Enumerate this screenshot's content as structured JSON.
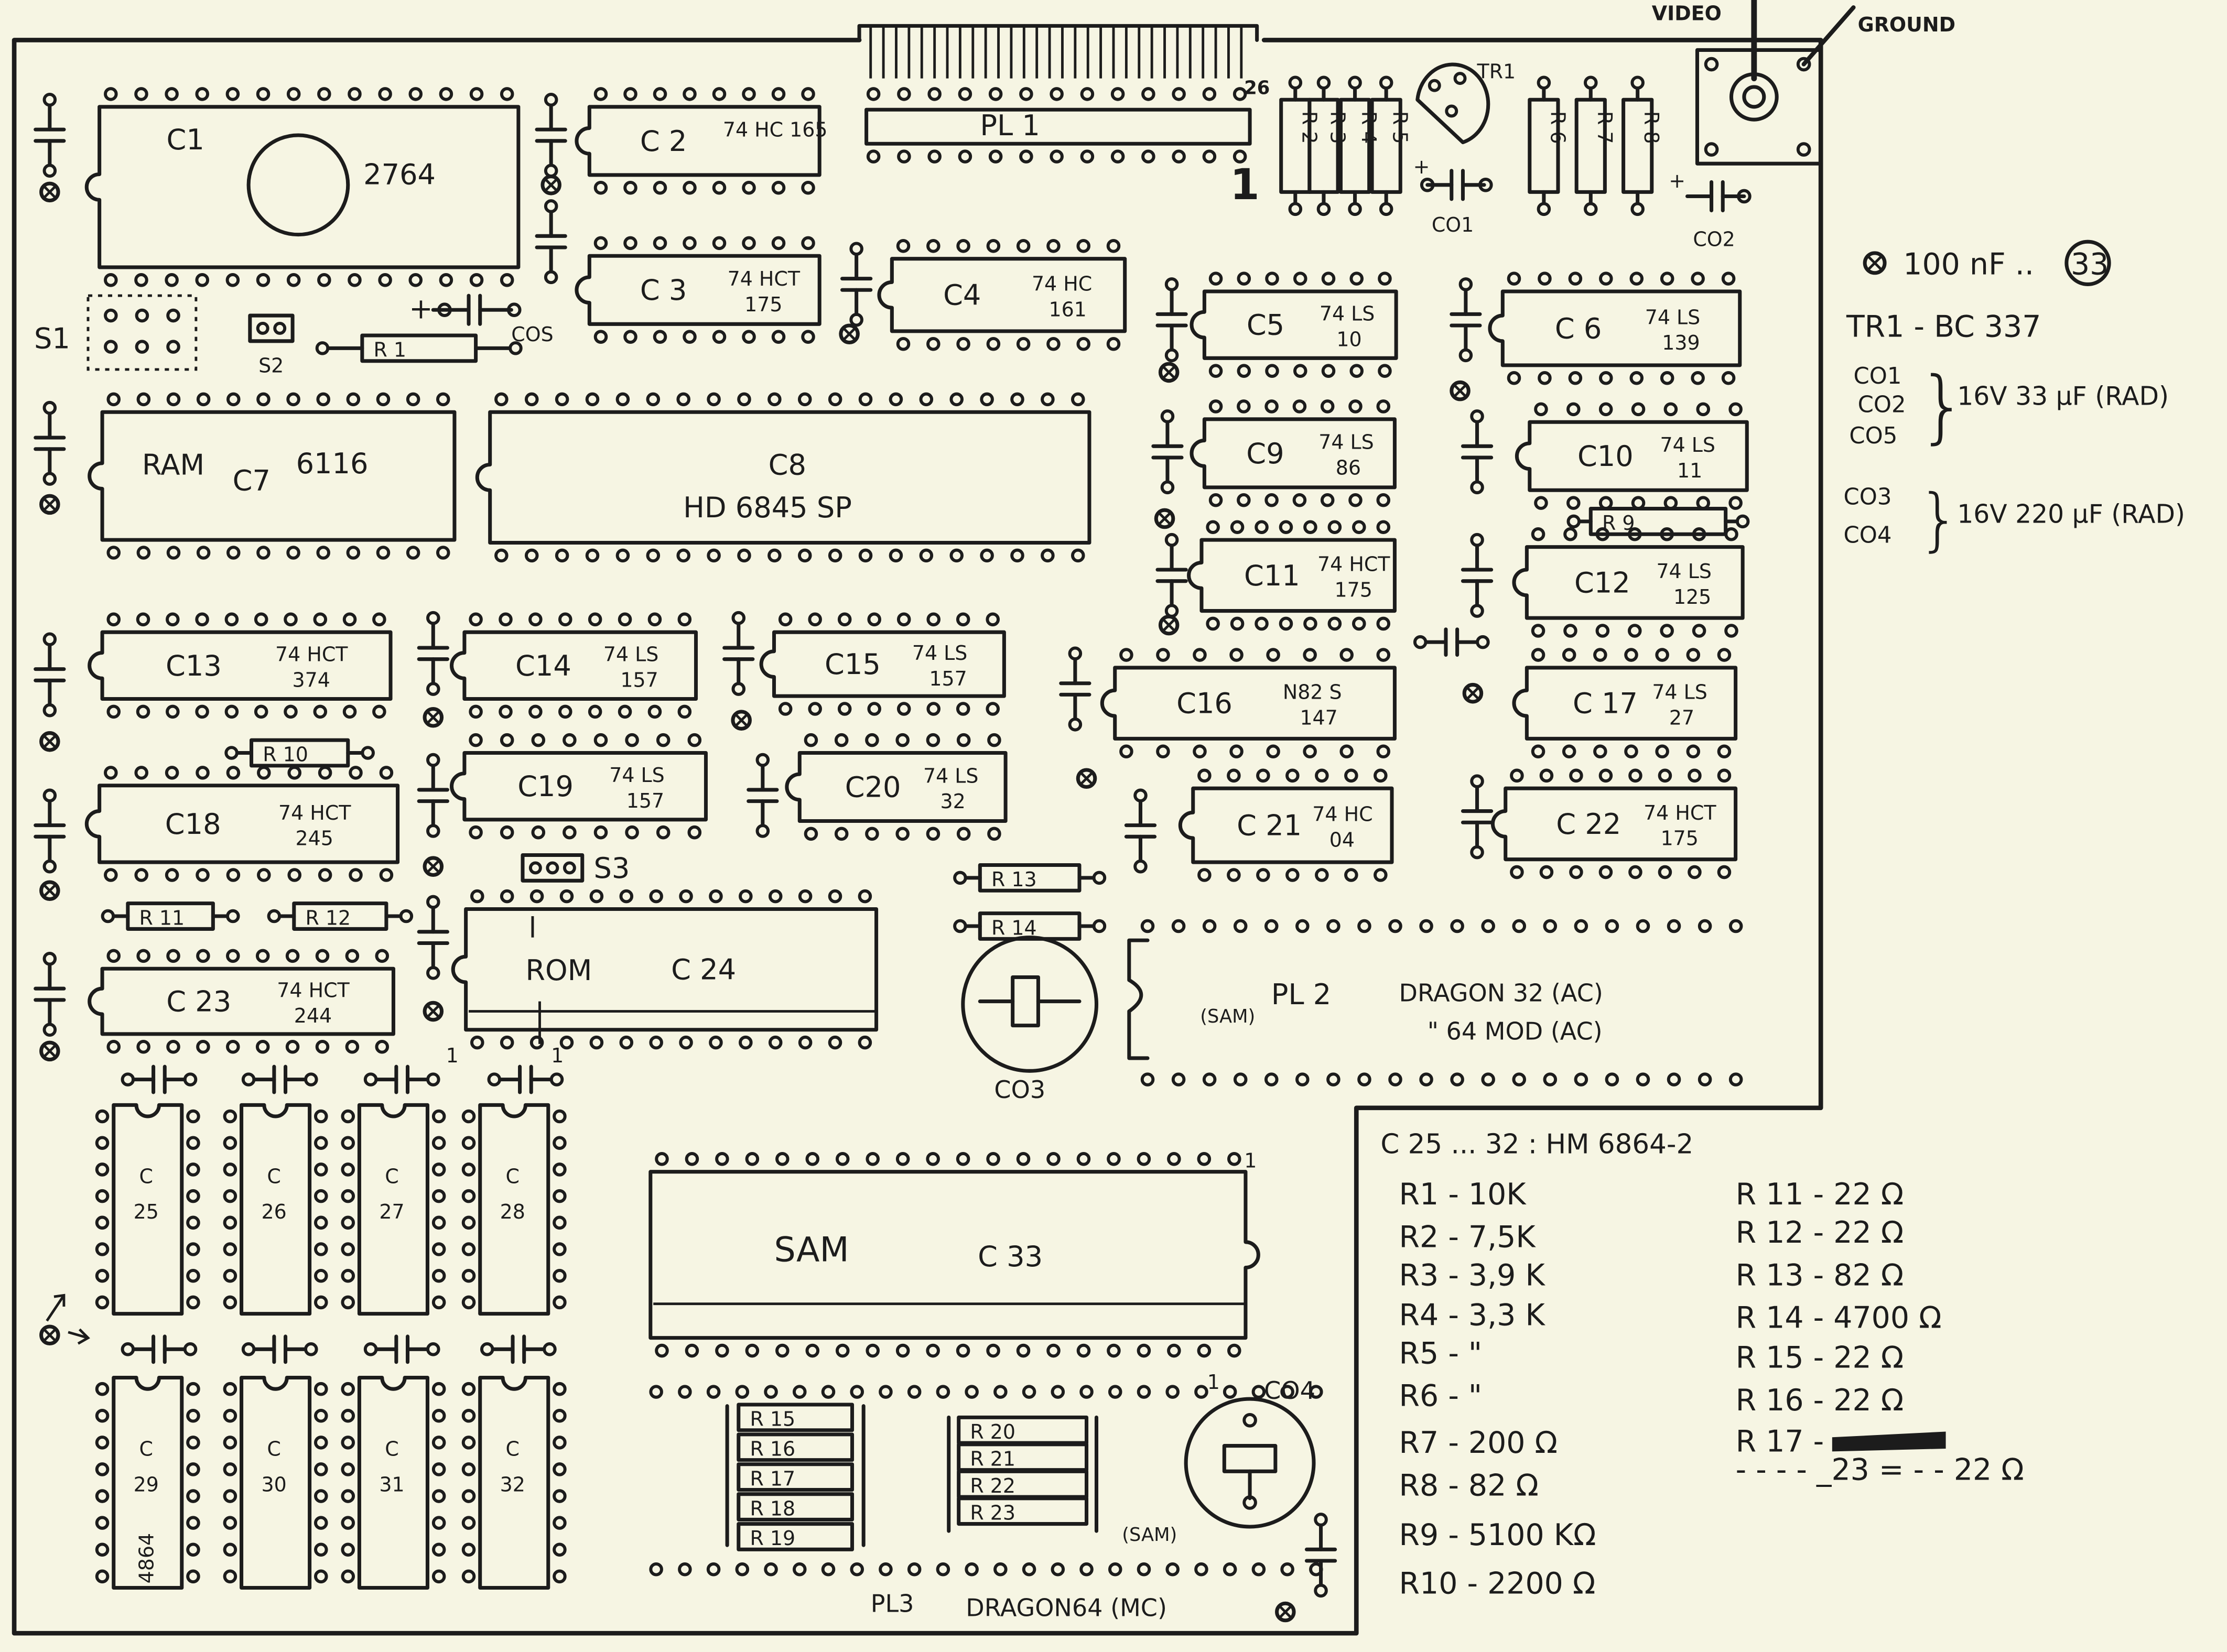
{
  "board": {
    "video_label": "VIDEO",
    "ground_label": "GROUND",
    "pl1_label": "PL 1",
    "pl1_pin26": "26",
    "pl1_pin1": "1",
    "tr1_label": "TR1",
    "co1_label": "CO1",
    "co2_label": "CO2",
    "co3_label": "CO3",
    "co4_label": "CO4",
    "cos_label": "COS",
    "s1_label": "S1",
    "s2_label": "S2",
    "s3_label": "S3",
    "pl2_sam": "(SAM)",
    "pl2_label": "PL 2",
    "pl2_line1": "DRAGON 32 (AC)",
    "pl2_line2": "\"   64 MOD (AC)",
    "pl3_label": "PL3",
    "pl3_desc": "DRAGON64 (MC)",
    "co4_sam": "(SAM)",
    "ram_label": "RAM",
    "rom_label": "ROM",
    "sam_label": "SAM",
    "c33_pin1": "1",
    "c24_pin1a": "1",
    "c24_pin1b": "1",
    "co4_pin1": "1",
    "c29_extra": "4864"
  },
  "chips": {
    "c1": {
      "ref": "C1",
      "part1": "2764",
      "part2": ""
    },
    "c2": {
      "ref": "C 2",
      "part1": "74 HC 165",
      "part2": ""
    },
    "c3": {
      "ref": "C 3",
      "part1": "74 HCT",
      "part2": "175"
    },
    "c4": {
      "ref": "C4",
      "part1": "74 HC",
      "part2": "161"
    },
    "c5": {
      "ref": "C5",
      "part1": "74 LS",
      "part2": "10"
    },
    "c6": {
      "ref": "C 6",
      "part1": "74 LS",
      "part2": "139"
    },
    "c7": {
      "ref": "C7",
      "part1": "6116",
      "part2": ""
    },
    "c8": {
      "ref": "C8",
      "part1": "HD 6845 SP",
      "part2": ""
    },
    "c9": {
      "ref": "C9",
      "part1": "74 LS",
      "part2": "86"
    },
    "c10": {
      "ref": "C10",
      "part1": "74 LS",
      "part2": "11"
    },
    "c11": {
      "ref": "C11",
      "part1": "74 HCT",
      "part2": "175"
    },
    "c12": {
      "ref": "C12",
      "part1": "74 LS",
      "part2": "125"
    },
    "c13": {
      "ref": "C13",
      "part1": "74 HCT",
      "part2": "374"
    },
    "c14": {
      "ref": "C14",
      "part1": "74 LS",
      "part2": "157"
    },
    "c15": {
      "ref": "C15",
      "part1": "74 LS",
      "part2": "157"
    },
    "c16": {
      "ref": "C16",
      "part1": "N82 S",
      "part2": "147"
    },
    "c17": {
      "ref": "C 17",
      "part1": "74 LS",
      "part2": "27"
    },
    "c18": {
      "ref": "C18",
      "part1": "74 HCT",
      "part2": "245"
    },
    "c19": {
      "ref": "C19",
      "part1": "74 LS",
      "part2": "157"
    },
    "c20": {
      "ref": "C20",
      "part1": "74 LS",
      "part2": "32"
    },
    "c21": {
      "ref": "C 21",
      "part1": "74 HC",
      "part2": "04"
    },
    "c22": {
      "ref": "C 22",
      "part1": "74 HCT",
      "part2": "175"
    },
    "c23": {
      "ref": "C 23",
      "part1": "74 HCT",
      "part2": "244"
    },
    "c24": {
      "ref": "C 24",
      "part1": "",
      "part2": ""
    },
    "c25": {
      "ref": "C",
      "part1": "25",
      "part2": ""
    },
    "c26": {
      "ref": "C",
      "part1": "26",
      "part2": ""
    },
    "c27": {
      "ref": "C",
      "part1": "27",
      "part2": ""
    },
    "c28": {
      "ref": "C",
      "part1": "28",
      "part2": ""
    },
    "c29": {
      "ref": "C",
      "part1": "29",
      "part2": ""
    },
    "c30": {
      "ref": "C",
      "part1": "30",
      "part2": ""
    },
    "c31": {
      "ref": "C",
      "part1": "31",
      "part2": ""
    },
    "c32": {
      "ref": "C",
      "part1": "32",
      "part2": ""
    },
    "c33": {
      "ref": "C 33",
      "part1": "",
      "part2": ""
    }
  },
  "resistors": {
    "r1": "R 1",
    "r2": "R 2",
    "r3": "R 3",
    "r4": "R 4",
    "r5": "R 5",
    "r6": "R 6",
    "r7": "R 7",
    "r8": "R 8",
    "r9": "R 9",
    "r10": "R 10",
    "r11": "R 11",
    "r12": "R 12",
    "r13": "R 13",
    "r14": "R 14",
    "r15": "R 15",
    "r16": "R 16",
    "r17": "R 17",
    "r18": "R 18",
    "r19": "R 19",
    "r20": "R 20",
    "r21": "R 21",
    "r22": "R 22",
    "r23": "R 23"
  },
  "legend_right": {
    "decoupling": "100 nF .. ",
    "decoupling_count": "33",
    "tr1": "TR1 - BC 337",
    "group1_items": [
      "CO1",
      "CO2",
      "CO5"
    ],
    "group1_value": "16V 33 µF (RAD)",
    "group2_items": [
      "CO3",
      "CO4"
    ],
    "group2_value": "16V 220 µF (RAD)"
  },
  "legend_bottom": {
    "header": "C 25 ... 32 :  HM 6864-2",
    "left": [
      "R1 - 10K",
      "R2 - 7,5K",
      "R3 - 3,9 K",
      "R4 - 3,3 K",
      "R5 -  \"",
      "R6 -  \"",
      "R7 - 200 Ω",
      "R8 - 82 Ω",
      "R9 - 5100 KΩ",
      "R10 - 2200 Ω"
    ],
    "right": [
      "R 11 - 22 Ω",
      "R 12 - 22 Ω",
      "R 13 - 82 Ω",
      "R 14 - 4700 Ω",
      "R 15 - 22 Ω",
      "R 16 - 22 Ω",
      "R 17 -",
      "- - - - _23 = - - 22 Ω"
    ]
  },
  "colors": {
    "ink": "#1c1c1c",
    "paper": "#f6f5e3"
  }
}
